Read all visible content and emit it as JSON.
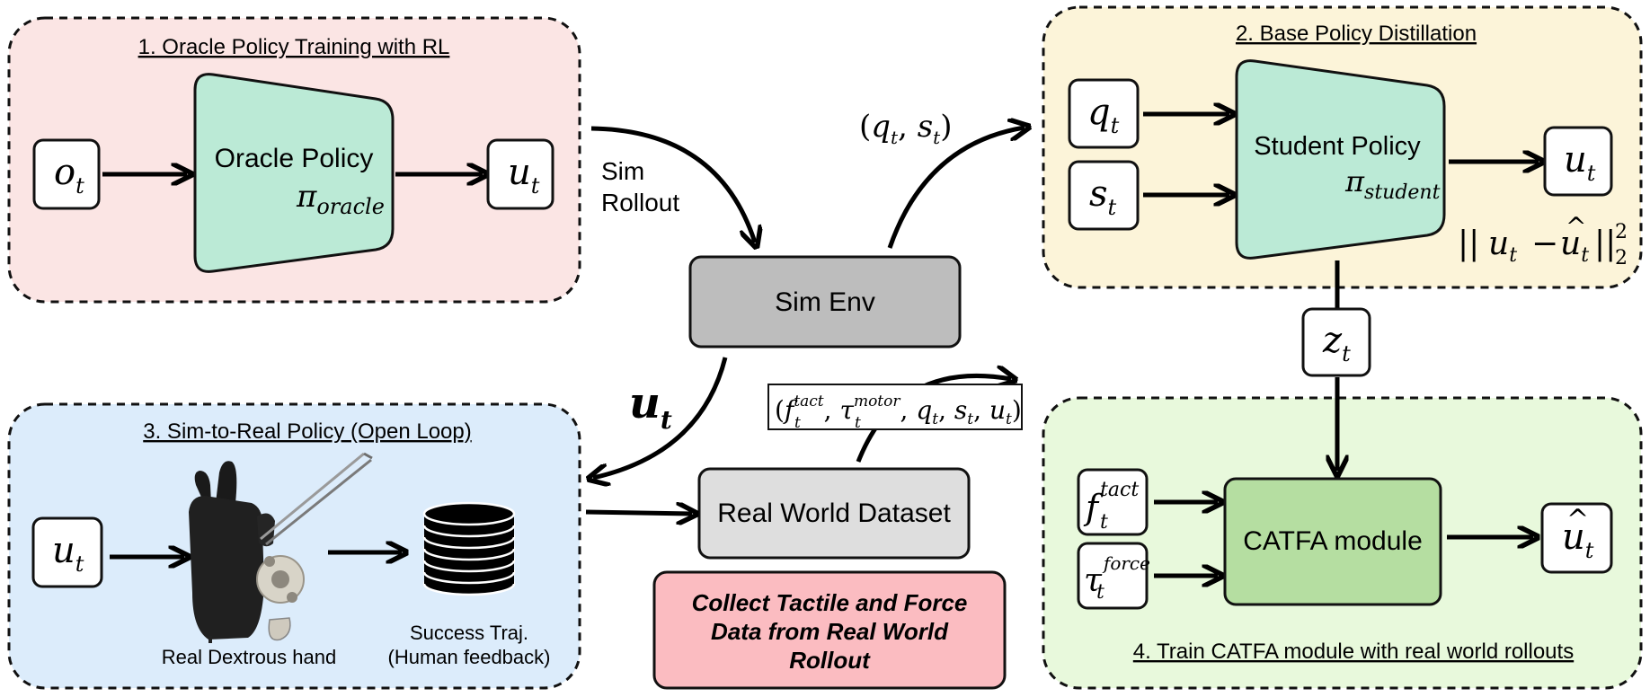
{
  "panels": {
    "oracle": {
      "title": "1. Oracle Policy Training with RL",
      "policy_label": "Oracle Policy",
      "policy_symbol": "π",
      "policy_sub": "oracle"
    },
    "distill": {
      "title": "2. Base Policy Distillation",
      "policy_label": "Student Policy",
      "policy_symbol": "π",
      "policy_sub": "student"
    },
    "sim2real": {
      "title": "3. Sim-to-Real Policy (Open Loop)",
      "hand_caption": "Real Dextrous hand",
      "traj_caption_1": "Success Traj.",
      "traj_caption_2": "(Human feedback)"
    },
    "catfa": {
      "title": "4. Train CATFA module with real world rollouts",
      "module_label": "CATFA module"
    }
  },
  "center": {
    "sim_env": "Sim Env",
    "dataset": "Real World Dataset",
    "rollout_1": "Sim",
    "rollout_2": "Rollout",
    "collect_1": "Collect Tactile and Force",
    "collect_2": "Data from Real World",
    "collect_3": "Rollout"
  },
  "symbols": {
    "o": "o",
    "u": "u",
    "q": "q",
    "s": "s",
    "z": "z",
    "t": "t",
    "f": "f",
    "tau": "τ",
    "tact": "tact",
    "force": "force",
    "motor": "motor",
    "two": "2"
  },
  "colors": {
    "panel1_bg": "#fbe5e4",
    "panel2_bg": "#fcf4d9",
    "panel3_bg": "#dcecfb",
    "panel4_bg": "#e8f9dc",
    "policy_fill": "#bbead6",
    "catfa_fill": "#b5dea1",
    "sim_env_fill": "#bdbdbd",
    "dataset_fill": "#dedede",
    "collect_fill": "#fbbcc1"
  }
}
